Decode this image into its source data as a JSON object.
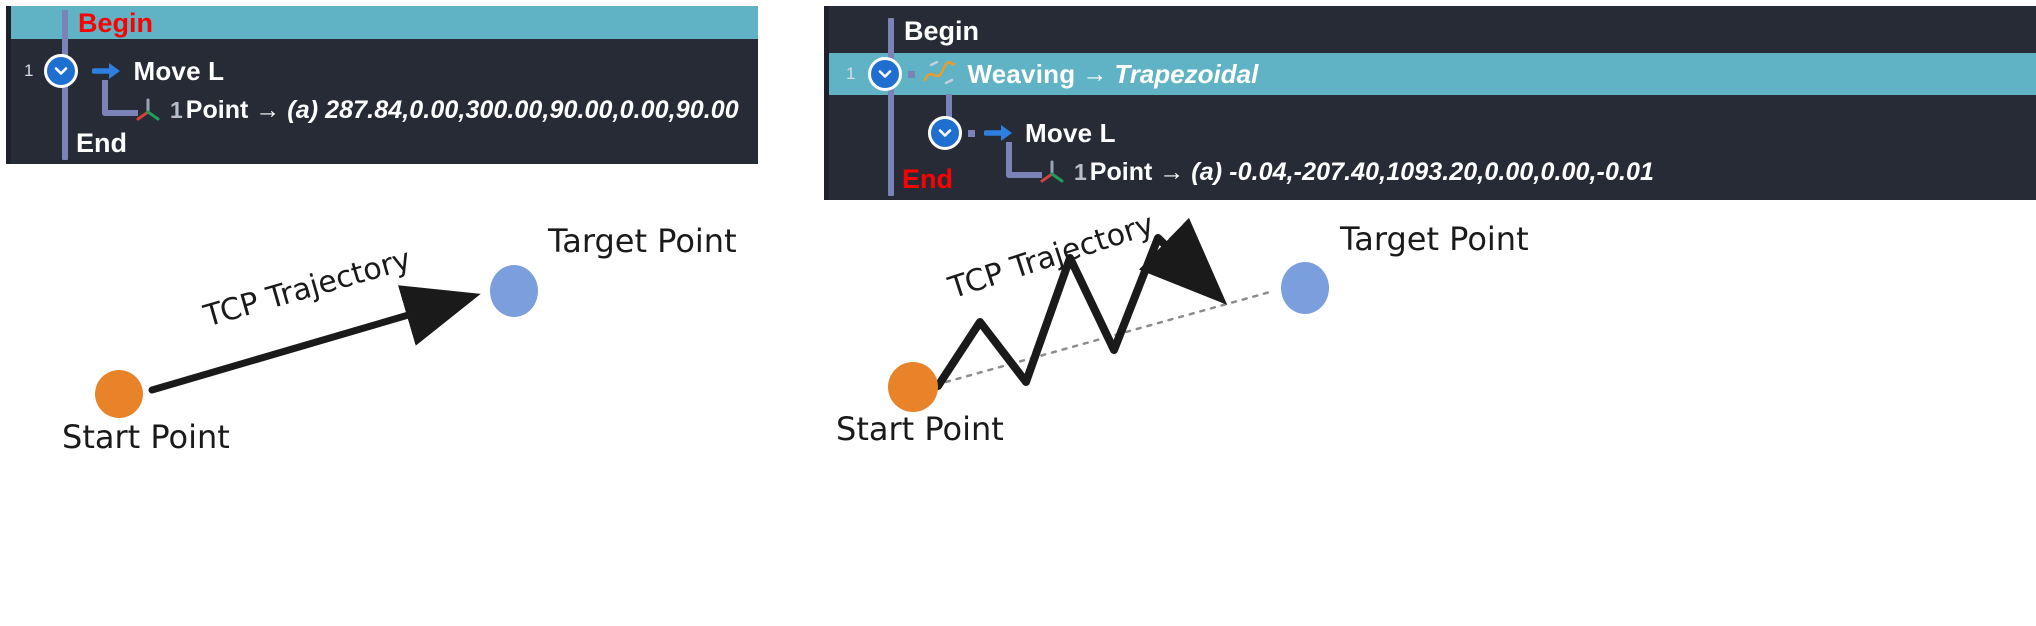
{
  "figures": [
    {
      "id": "linear",
      "program": {
        "begin_label": "Begin",
        "end_label": "End",
        "rows": [
          {
            "index": "1",
            "op_label": "Move L",
            "icon": "move-linear-arrow-icon",
            "highlighted": false
          }
        ],
        "point_row": {
          "count": "1",
          "word": "Point",
          "arrow": "→",
          "prefix": "(a)",
          "coords": "287.84,0.00,300.00,90.00,0.00,90.00",
          "icon": "coordinate-axes-icon"
        }
      },
      "diagram": {
        "trajectory_label": "TCP Trajectory",
        "start_label": "Start Point",
        "target_label": "Target Point",
        "path_type": "straight"
      }
    },
    {
      "id": "weaving",
      "program": {
        "begin_label": "Begin",
        "end_label": "End",
        "rows": [
          {
            "index": "1",
            "op_label": "Weaving",
            "arrow": "→",
            "mode_label": "Trapezoidal",
            "icon": "weaving-squiggle-icon",
            "highlighted": true
          },
          {
            "index": "",
            "op_label": "Move L",
            "icon": "move-linear-arrow-icon",
            "highlighted": false
          }
        ],
        "point_row": {
          "count": "1",
          "word": "Point",
          "arrow": "→",
          "prefix": "(a)",
          "coords": "-0.04,-207.40,1093.20,0.00,0.00,-0.01",
          "icon": "coordinate-axes-icon"
        }
      },
      "diagram": {
        "trajectory_label": "TCP Trajectory",
        "start_label": "Start Point",
        "target_label": "Target Point",
        "path_type": "zigzag"
      }
    }
  ],
  "colors": {
    "panel_background": "#272b36",
    "highlight_teal": "#5fb3c4",
    "tree_connector": "#7b82b8",
    "chevron_blue": "#1f6fd0",
    "end_red": "#ff0000",
    "start_dot": "#e8832a",
    "target_dot": "#7b9fdd",
    "path_stroke": "#1a1a1a"
  }
}
